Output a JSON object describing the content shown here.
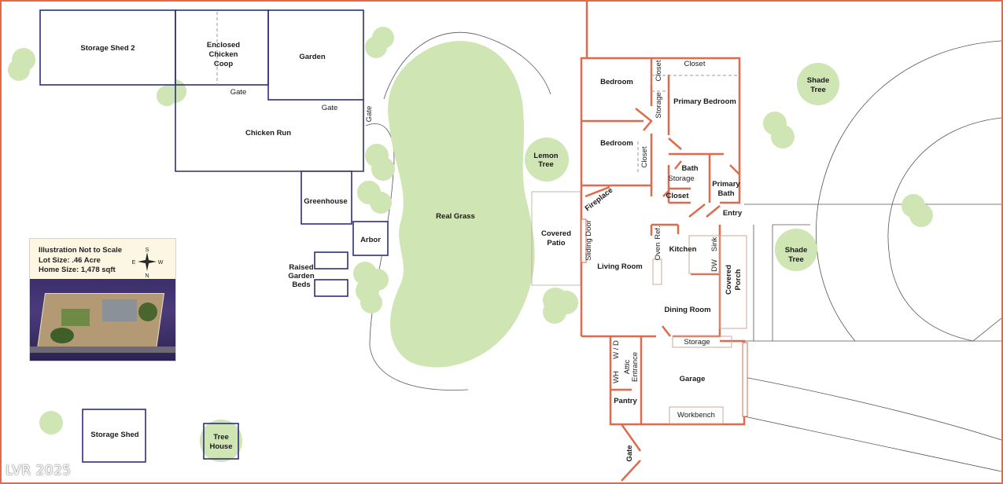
{
  "colors": {
    "wall": "#e06a4a",
    "outbuilding": "#2e2f7c",
    "greenery": "#cfe5b3",
    "border": "#e06a4a"
  },
  "info": {
    "disclaimer": "Illustration Not to Scale",
    "lot_size": "Lot Size: .46 Acre",
    "home_size": "Home Size: 1,478 sqft",
    "compass": {
      "s": "S",
      "e": "E",
      "w": "W",
      "n": "N"
    }
  },
  "watermark": "LVR 2025",
  "yard": {
    "storage_shed_2": "Storage Shed 2",
    "chicken_coop": [
      "Enclosed",
      "Chicken",
      "Coop"
    ],
    "garden": "Garden",
    "chicken_run": "Chicken Run",
    "gate_coop": "Gate",
    "gate_garden": "Gate",
    "gate_run_side": "Gate",
    "greenhouse": "Greenhouse",
    "arbor": "Arbor",
    "raised_beds": [
      "Raised",
      "Garden",
      "Beds"
    ],
    "real_grass": "Real Grass",
    "lemon_tree": [
      "Lemon",
      "Tree"
    ],
    "covered_patio": [
      "Covered",
      "Patio"
    ],
    "storage_shed": "Storage Shed",
    "tree_house": [
      "Tree",
      "House"
    ],
    "shade_tree_top": [
      "Shade",
      "Tree"
    ],
    "shade_tree_mid": [
      "Shade",
      "Tree"
    ],
    "gate_bottom": "Gate"
  },
  "house": {
    "bedroom_1": "Bedroom",
    "bedroom_2": "Bedroom",
    "closet_top": "Closet",
    "closet_top_right": "Closet",
    "storage_vertical": "Storage",
    "primary_bedroom": "Primary Bedroom",
    "closet_bed2": "Closet",
    "bath": "Bath",
    "storage_bath": "Storage",
    "closet_bath": "Closet",
    "primary_bath": [
      "Primary",
      "Bath"
    ],
    "fireplace": "Fireplace",
    "entry": "Entry",
    "sliding_door": "Sliding Door",
    "living_room": "Living Room",
    "kitchen": "Kitchen",
    "oven": "Oven",
    "ref": "Ref.",
    "sink": "Sink",
    "dw": "DW",
    "covered_porch": [
      "Covered",
      "Porch"
    ],
    "dining_room": "Dining Room",
    "storage_garage": "Storage",
    "wd": "W / D",
    "wh": "WH",
    "attic": [
      "Attic",
      "Entrance"
    ],
    "garage": "Garage",
    "pantry": "Pantry",
    "workbench": "Workbench"
  }
}
